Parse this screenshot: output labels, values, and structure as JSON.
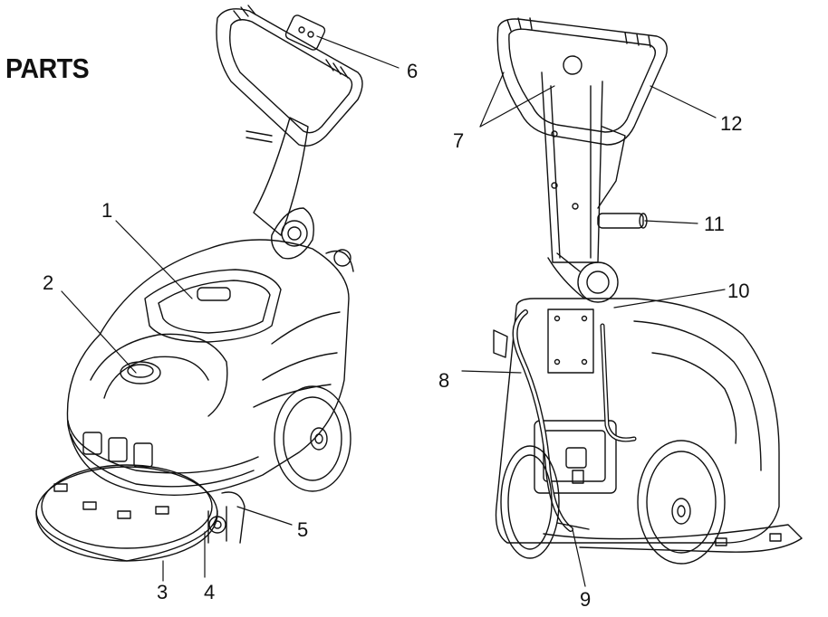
{
  "title": "PARTS",
  "callouts": {
    "c1": "1",
    "c2": "2",
    "c3": "3",
    "c4": "4",
    "c5": "5",
    "c6": "6",
    "c7": "7",
    "c8": "8",
    "c9": "9",
    "c10": "10",
    "c11": "11",
    "c12": "12"
  },
  "colors": {
    "line": "#111111",
    "background": "#ffffff"
  }
}
